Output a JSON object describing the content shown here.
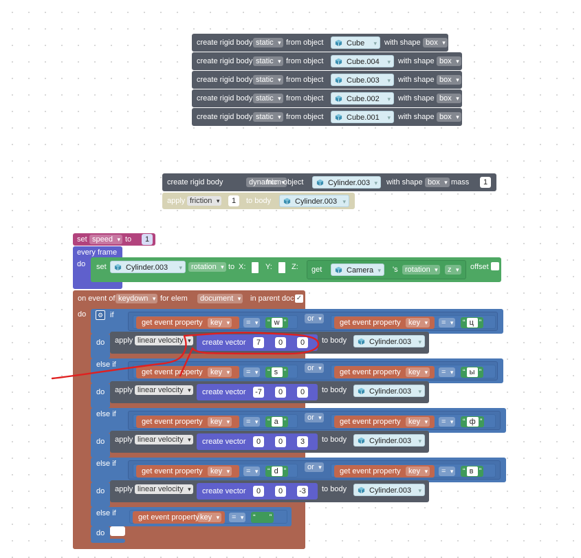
{
  "labels": {
    "create_rigid_body": "create rigid body",
    "from_object": "from object",
    "with_shape": "with shape",
    "mass": "mass",
    "apply": "apply",
    "to_body": "to body",
    "set": "set",
    "to": "to",
    "every_frame": "every frame",
    "do": "do",
    "x": "X:",
    "y": "Y:",
    "z": "Z:",
    "get": "get",
    "s_suffix": "'s",
    "offset": "offset",
    "on_event_of": "on event of",
    "for_elem": "for elem",
    "in_parent_doc": "in parent doc",
    "if": "if",
    "else_if": "else if",
    "or": "or",
    "get_event_property": "get event property",
    "create_vector": "create vector",
    "quote_open": "“",
    "quote_close": "”"
  },
  "static_bodies": [
    {
      "type": "static",
      "object": "Cube",
      "shape": "box"
    },
    {
      "type": "static",
      "object": "Cube.004",
      "shape": "box"
    },
    {
      "type": "static",
      "object": "Cube.003",
      "shape": "box"
    },
    {
      "type": "static",
      "object": "Cube.002",
      "shape": "box"
    },
    {
      "type": "static",
      "object": "Cube.001",
      "shape": "box"
    }
  ],
  "dynamic_body": {
    "type": "dynamic",
    "object": "Cylinder.003",
    "shape": "box",
    "mass": "1"
  },
  "friction": {
    "prop": "friction",
    "value": "1",
    "body": "Cylinder.003"
  },
  "set_speed": {
    "var": "speed",
    "value": "1"
  },
  "every_frame": {
    "object": "Cylinder.003",
    "prop": "rotation",
    "camera": "Camera",
    "camera_prop": "rotation",
    "axis": "z"
  },
  "event": {
    "type": "keydown",
    "elem": "document",
    "parent_checked": "✓"
  },
  "branches": [
    {
      "key_prop": "key",
      "op": "=",
      "key1": "w",
      "key2": "ц",
      "vel": "linear velocity",
      "vec": [
        "7",
        "0",
        "0"
      ],
      "body": "Cylinder.003"
    },
    {
      "key_prop": "key",
      "op": "=",
      "key1": "s",
      "key2": "ы",
      "vel": "linear velocity",
      "vec": [
        "-7",
        "0",
        "0"
      ],
      "body": "Cylinder.003"
    },
    {
      "key_prop": "key",
      "op": "=",
      "key1": "a",
      "key2": "ф",
      "vel": "linear velocity",
      "vec": [
        "0",
        "0",
        "3"
      ],
      "body": "Cylinder.003"
    },
    {
      "key_prop": "key",
      "op": "=",
      "key1": "d",
      "key2": "в",
      "vel": "linear velocity",
      "vec": [
        "0",
        "0",
        "-3"
      ],
      "body": "Cylinder.003"
    }
  ],
  "last_branch": {
    "key_prop": "key",
    "op": "=",
    "key1": " "
  },
  "colors": {
    "slate": "#555b66",
    "blue": "#4a78b6",
    "green": "#4ea863",
    "brown": "#ad6450",
    "annotation": "#e02020"
  }
}
